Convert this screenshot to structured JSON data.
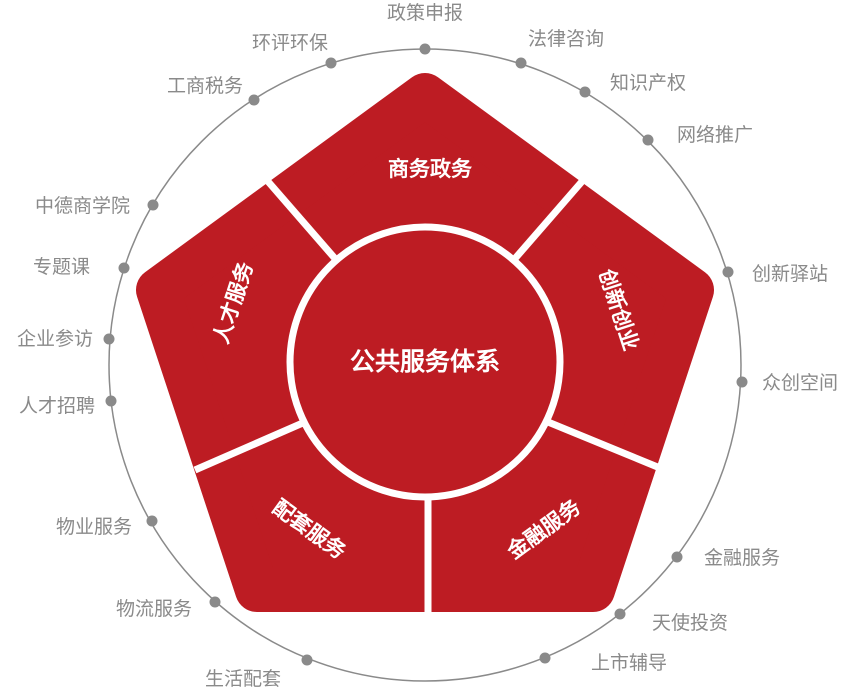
{
  "colors": {
    "primary": "#bd1c23",
    "ring": "#8a8a8a",
    "label": "#8a8a8a"
  },
  "center_label": "公共服务体系",
  "segments": [
    "商务政务",
    "创新创业",
    "金融服务",
    "配套服务",
    "人才服务"
  ],
  "outer_items": [
    "政策申报",
    "法律咨询",
    "知识产权",
    "网络推广",
    "创新驿站",
    "众创空间",
    "金融服务",
    "天使投资",
    "上市辅导",
    "生活配套",
    "物流服务",
    "物业服务",
    "人才招聘",
    "企业参访",
    "专题课",
    "中德商学院",
    "工商税务",
    "环评环保"
  ]
}
